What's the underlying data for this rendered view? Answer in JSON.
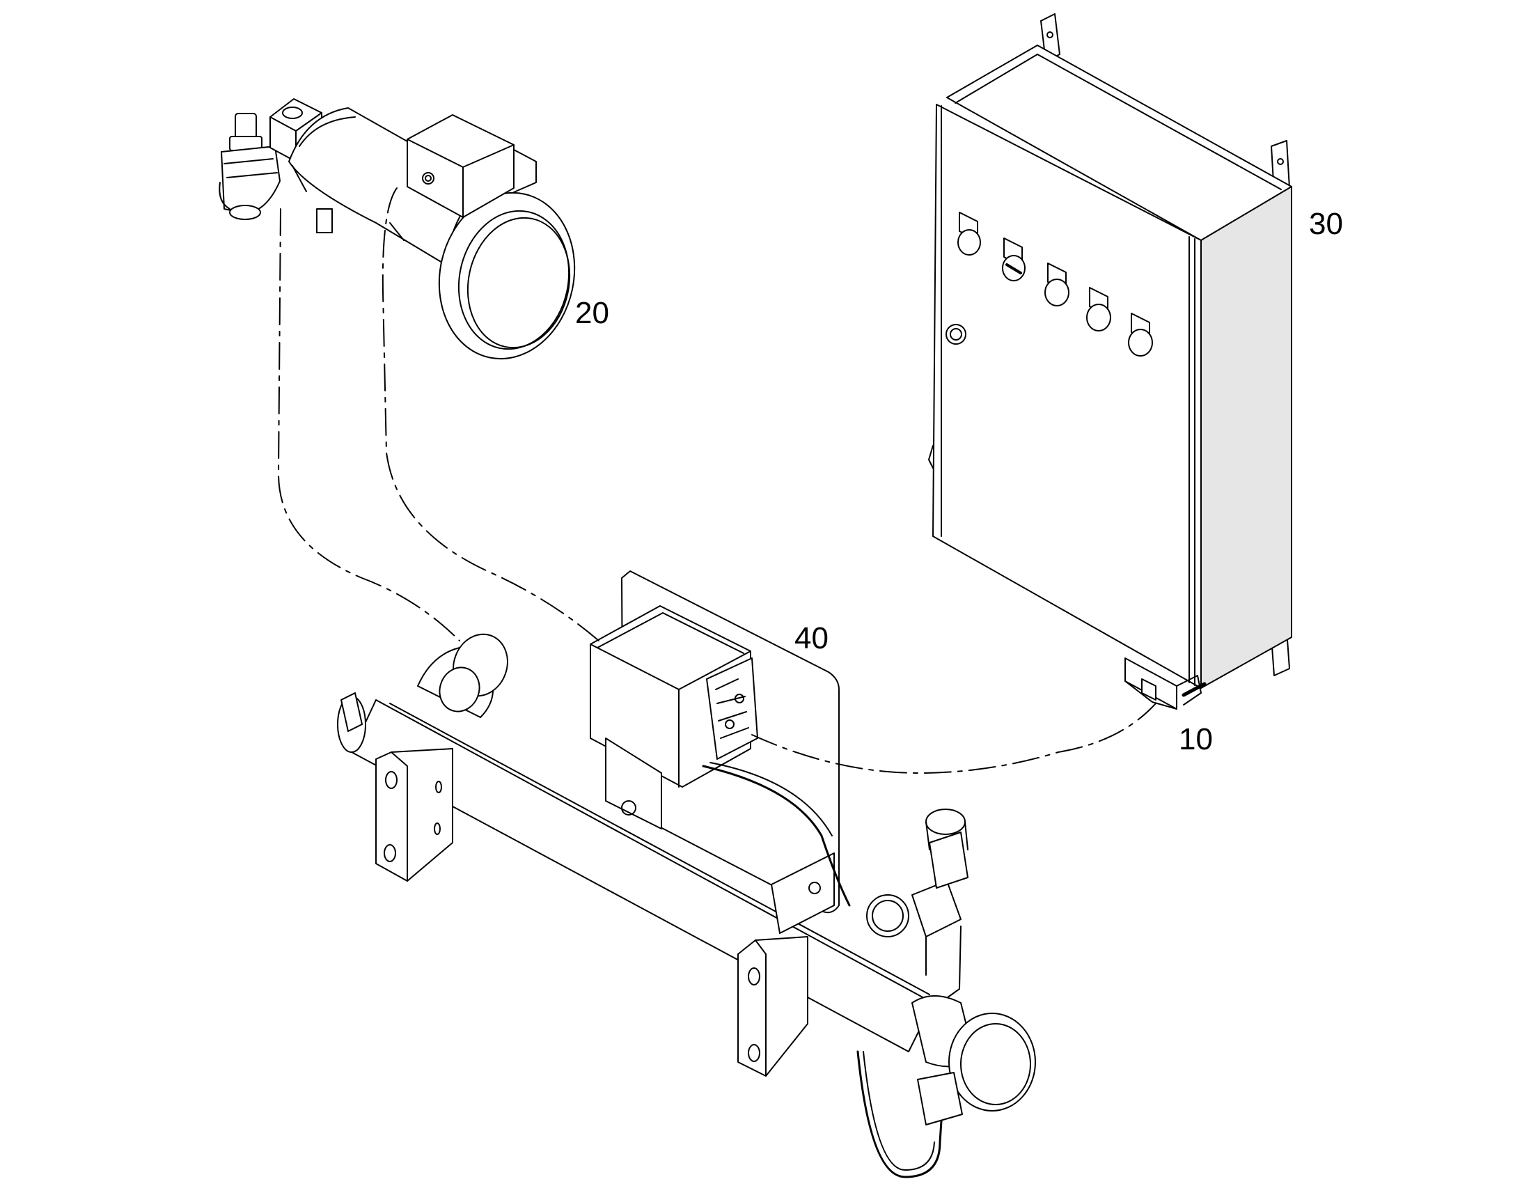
{
  "labels": {
    "motor": "20",
    "control_box": "30",
    "junction_box": "40",
    "connector": "10"
  },
  "colors": {
    "line": "#000000",
    "background": "#ffffff",
    "panel_shade": "#cfcfcf"
  }
}
